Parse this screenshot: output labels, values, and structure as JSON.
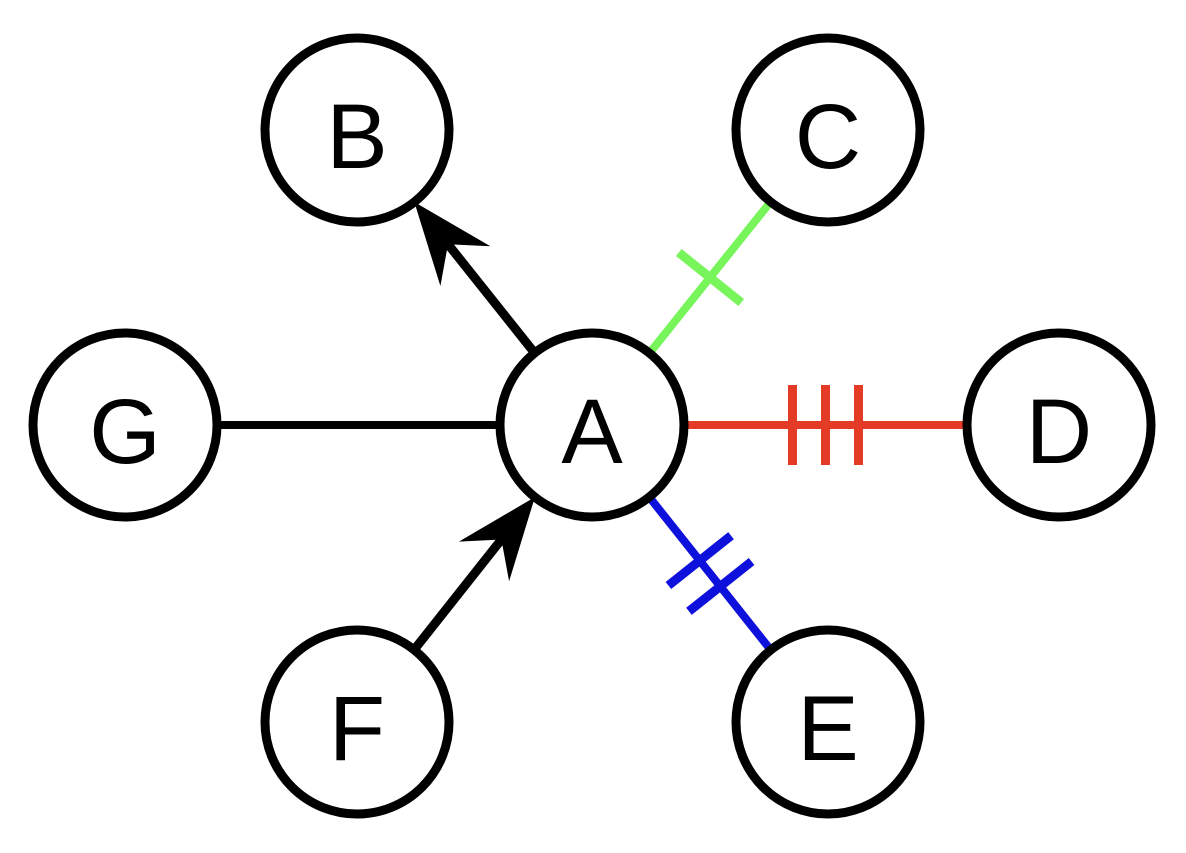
{
  "nodes": [
    {
      "id": "A",
      "label": "A"
    },
    {
      "id": "B",
      "label": "B"
    },
    {
      "id": "C",
      "label": "C"
    },
    {
      "id": "D",
      "label": "D"
    },
    {
      "id": "E",
      "label": "E"
    },
    {
      "id": "F",
      "label": "F"
    },
    {
      "id": "G",
      "label": "G"
    }
  ],
  "edges": [
    {
      "from": "A",
      "to": "B",
      "style": "arrow",
      "color": "#000000",
      "ticks": 0
    },
    {
      "from": "A",
      "to": "C",
      "style": "line",
      "color": "#77f55a",
      "ticks": 1
    },
    {
      "from": "A",
      "to": "D",
      "style": "line",
      "color": "#e33b26",
      "ticks": 3
    },
    {
      "from": "A",
      "to": "E",
      "style": "line",
      "color": "#0e10dc",
      "ticks": 2
    },
    {
      "from": "F",
      "to": "A",
      "style": "arrow",
      "color": "#000000",
      "ticks": 0
    },
    {
      "from": "A",
      "to": "G",
      "style": "line",
      "color": "#000000",
      "ticks": 0
    }
  ]
}
